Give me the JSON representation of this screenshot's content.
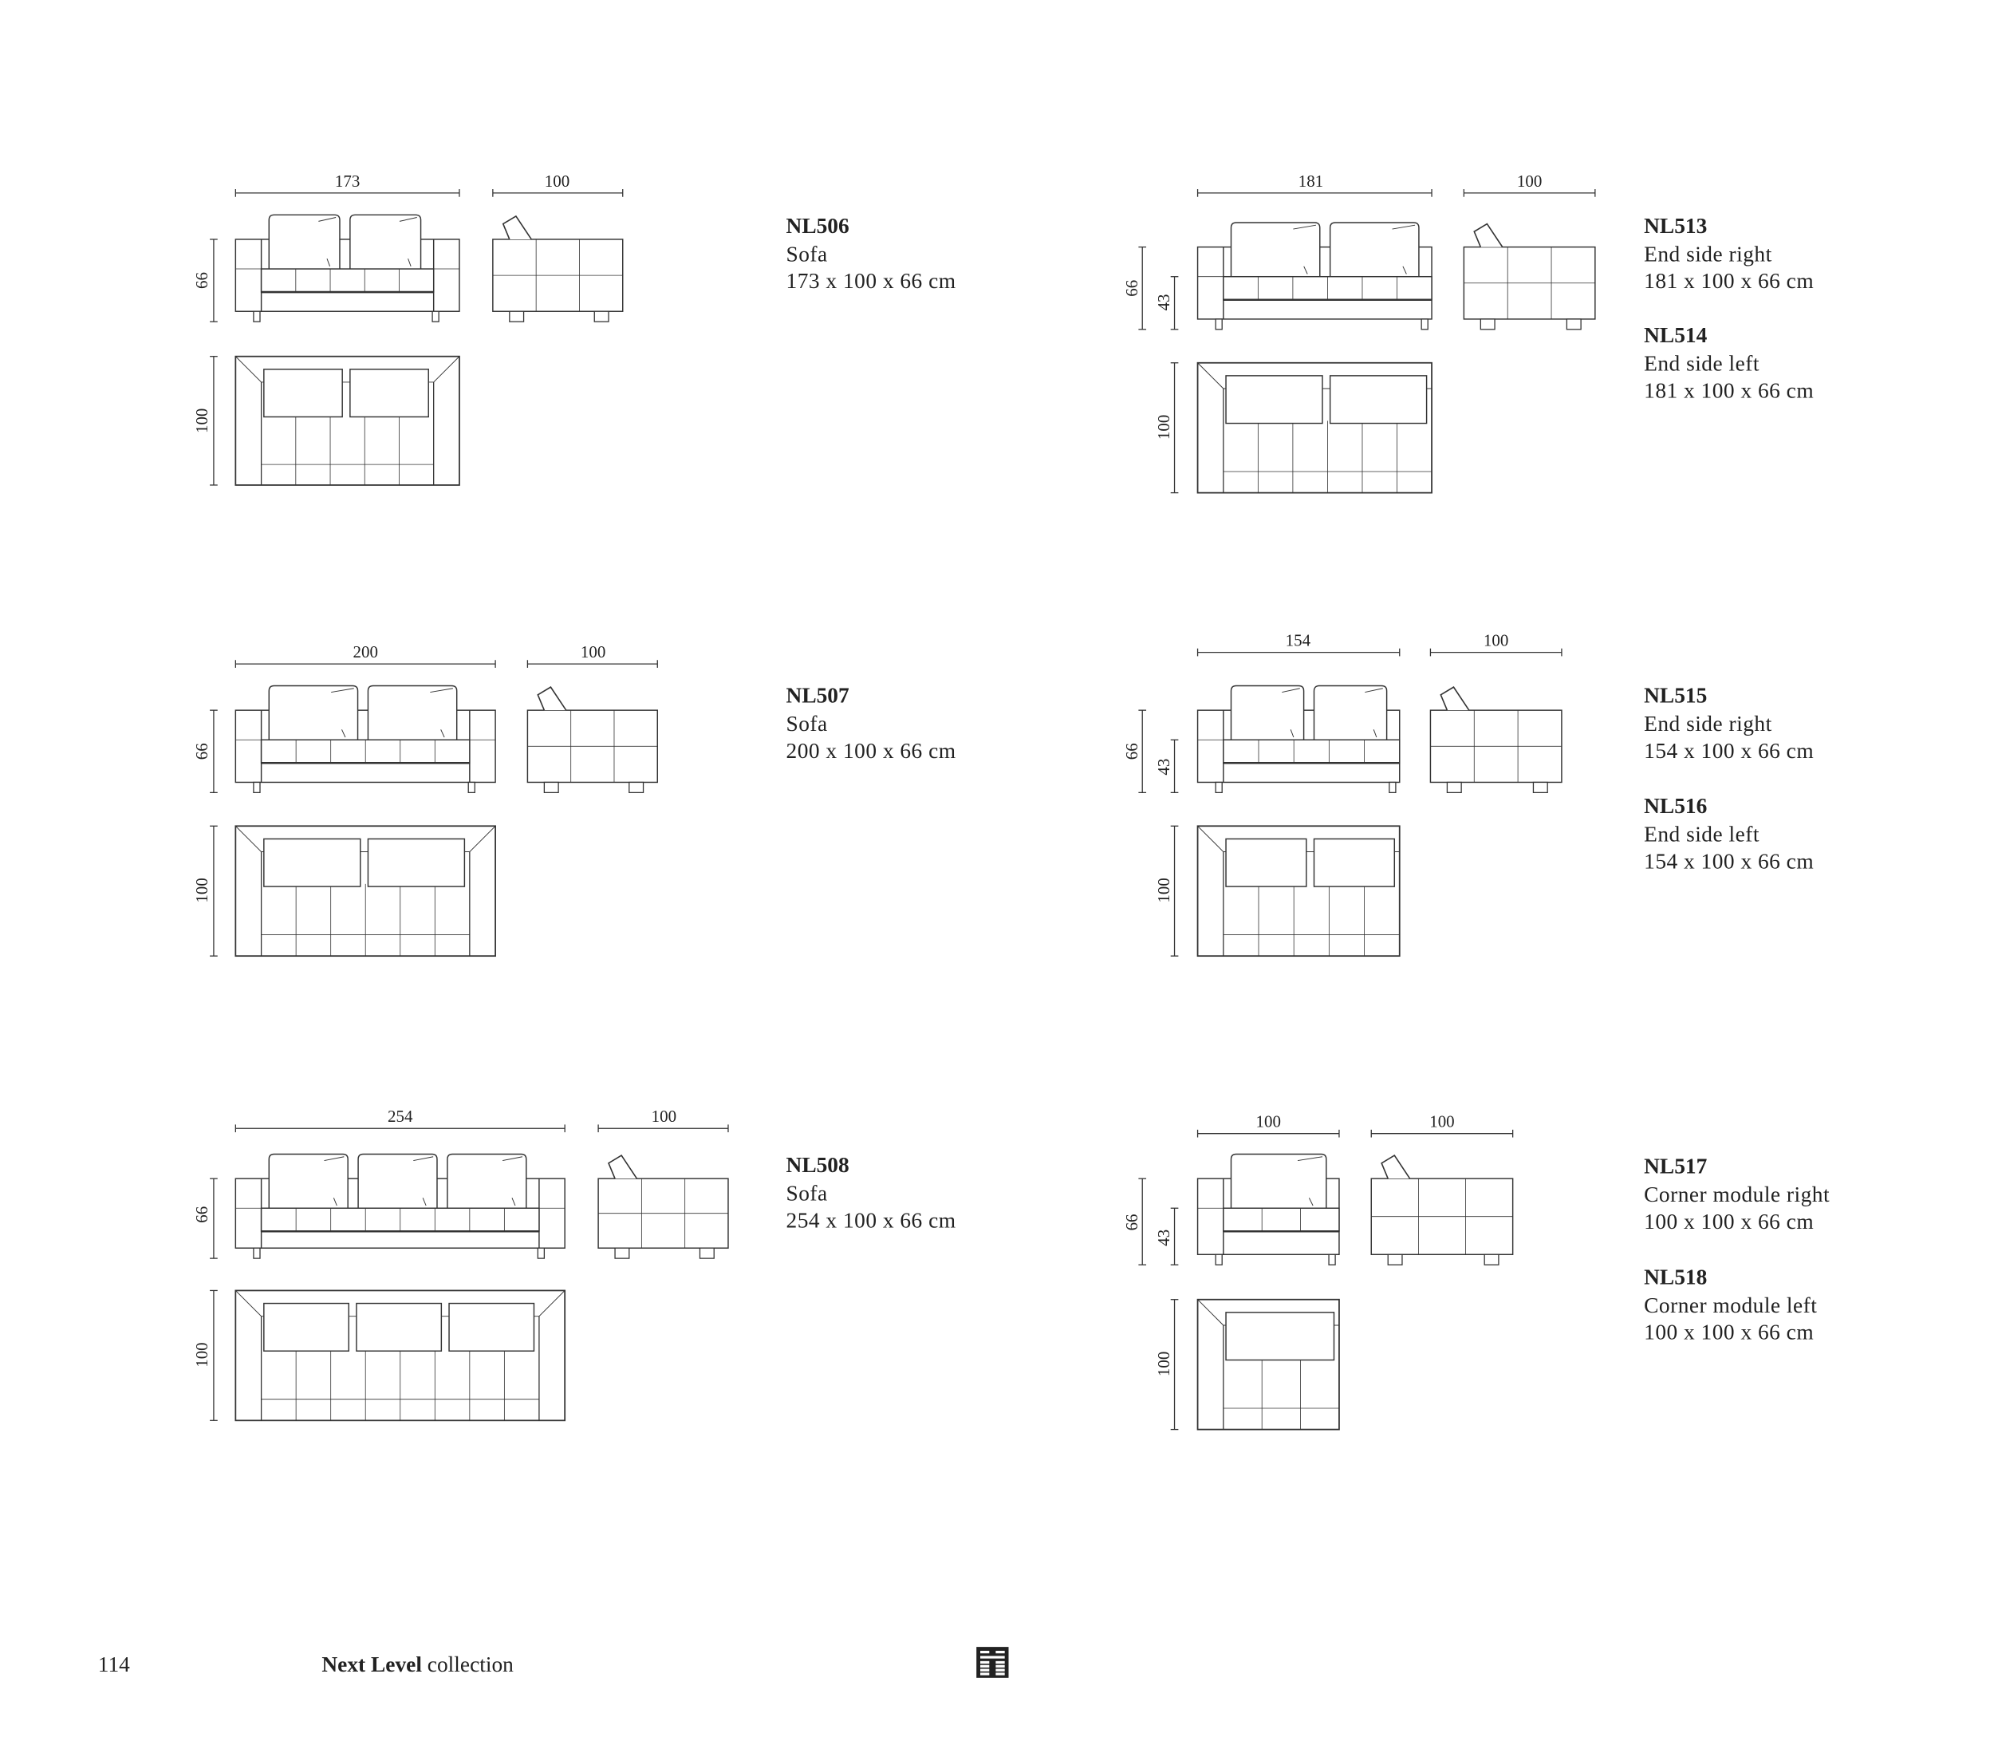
{
  "products": [
    {
      "code": "NL506",
      "name": "Sofa",
      "size": "173 x 100 x 66 cm",
      "dims": {
        "width": "173",
        "depth_side": "100",
        "height": "66",
        "depth_top": "100"
      }
    },
    {
      "code": "NL507",
      "name": "Sofa",
      "size": "200 x 100 x 66 cm",
      "dims": {
        "width": "200",
        "depth_side": "100",
        "height": "66",
        "depth_top": "100"
      }
    },
    {
      "code": "NL508",
      "name": "Sofa",
      "size": "254 x 100 x 66 cm",
      "dims": {
        "width": "254",
        "depth_side": "100",
        "height": "66",
        "depth_top": "100"
      }
    },
    {
      "code": "NL513",
      "name": "End side right",
      "size": "181 x 100 x 66 cm",
      "alt_code": "NL514",
      "alt_name": "End side left",
      "alt_size": "181 x 100 x 66 cm",
      "dims": {
        "width": "181",
        "depth_side": "100",
        "height": "66",
        "seat_height": "43",
        "depth_top": "100"
      }
    },
    {
      "code": "NL515",
      "name": "End side right",
      "size": "154 x 100 x 66 cm",
      "alt_code": "NL516",
      "alt_name": "End side left",
      "alt_size": "154 x 100 x 66 cm",
      "dims": {
        "width": "154",
        "depth_side": "100",
        "height": "66",
        "seat_height": "43",
        "depth_top": "100"
      }
    },
    {
      "code": "NL517",
      "name": "Corner module right",
      "size": "100 x 100 x 66 cm",
      "alt_code": "NL518",
      "alt_name": "Corner module left",
      "alt_size": "100 x 100 x 66 cm",
      "dims": {
        "width": "100",
        "depth_side": "100",
        "height": "66",
        "seat_height": "43",
        "depth_top": "100"
      }
    }
  ],
  "footer": {
    "page_number": "114",
    "collection_bold": "Next Level",
    "collection_rest": " collection",
    "logo": "brand-logo-icon"
  },
  "colors": {
    "line": "#333333",
    "text": "#222222"
  }
}
